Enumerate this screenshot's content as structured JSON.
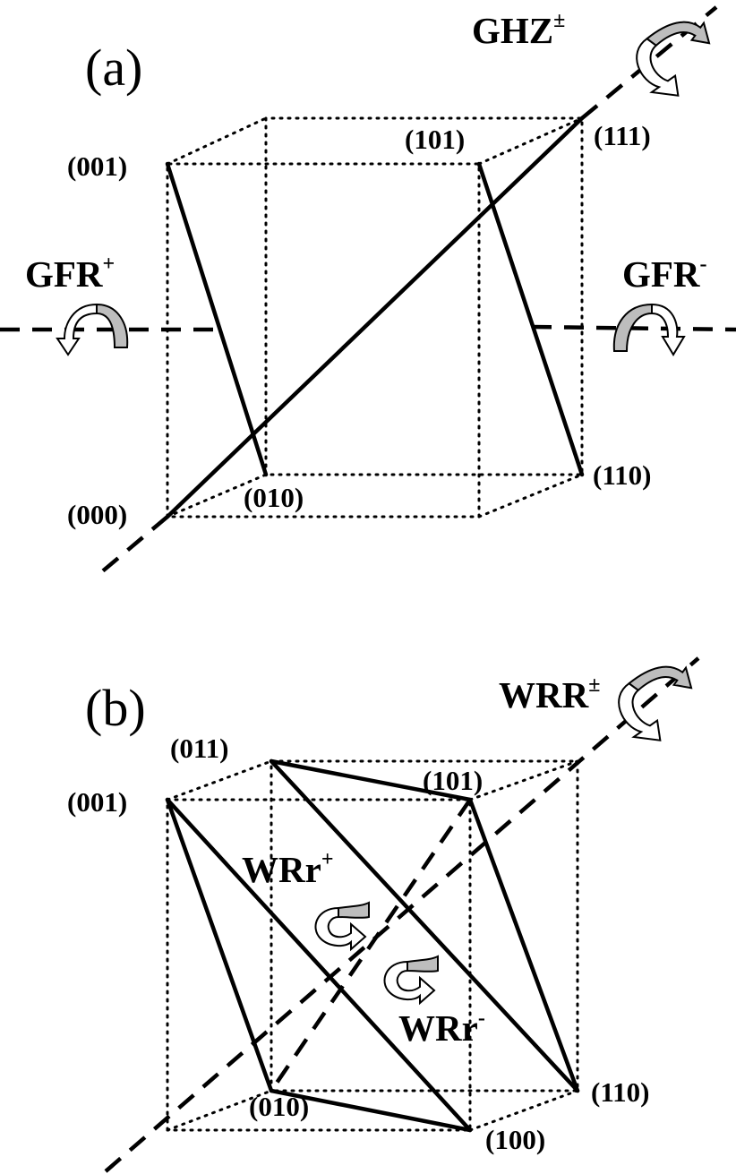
{
  "panel_a": {
    "label": "(a)",
    "vertices": {
      "v000": "(000)",
      "v010": "(010)",
      "v001": "(001)",
      "v101": "(101)",
      "v111": "(111)",
      "v110": "(110)"
    },
    "axes": {
      "ghz": {
        "main": "GHZ",
        "sup": "±"
      },
      "gfr_plus": {
        "main": "GFR",
        "sup": "+"
      },
      "gfr_minus": {
        "main": "GFR",
        "sup": "-"
      }
    }
  },
  "panel_b": {
    "label": "(b)",
    "vertices": {
      "v011": "(011)",
      "v001": "(001)",
      "v101": "(101)",
      "v010": "(010)",
      "v110": "(110)",
      "v100": "(100)"
    },
    "axes": {
      "wrr": {
        "main": "WRR",
        "sup": "±"
      },
      "wrr_plus": {
        "main": "WRr",
        "sup": "+"
      },
      "wrr_minus": {
        "main": "WRr",
        "sup": "-"
      }
    }
  },
  "colors": {
    "arrow_fill": "#bdbdbd",
    "line": "#000000",
    "background": "#ffffff"
  }
}
